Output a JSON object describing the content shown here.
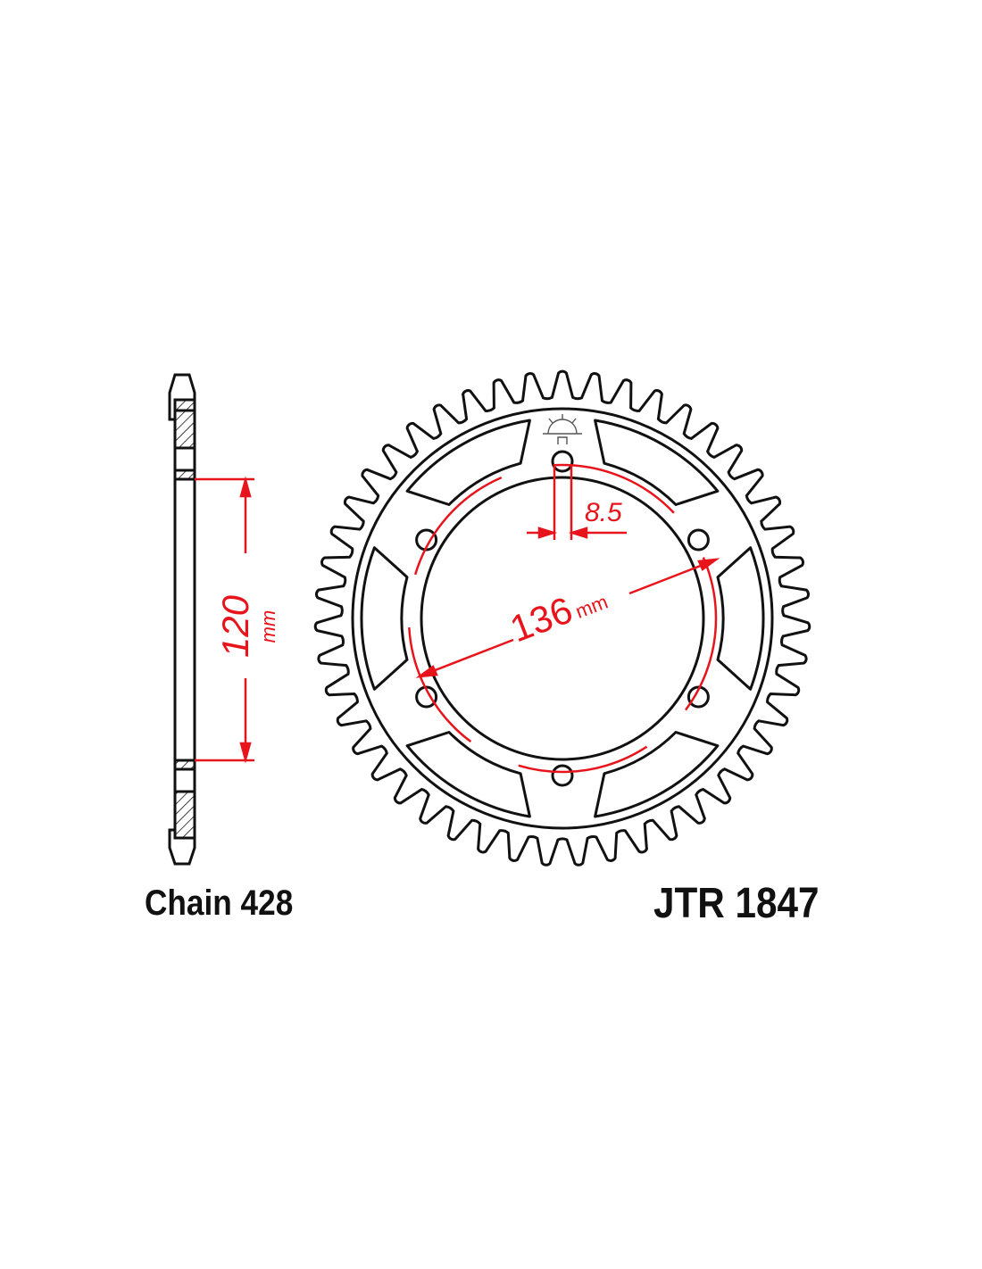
{
  "drawing": {
    "chain_label": "Chain 428",
    "part_number": "JTR 1847",
    "dimensions": {
      "hub_height_value": "120",
      "bolt_circle_value": "136",
      "unit": "mm",
      "bolt_hole_value": "8.5"
    },
    "teeth_count": 47,
    "bolt_holes": 6,
    "colors": {
      "outline": "#111111",
      "dimension": "#e8141c"
    }
  }
}
